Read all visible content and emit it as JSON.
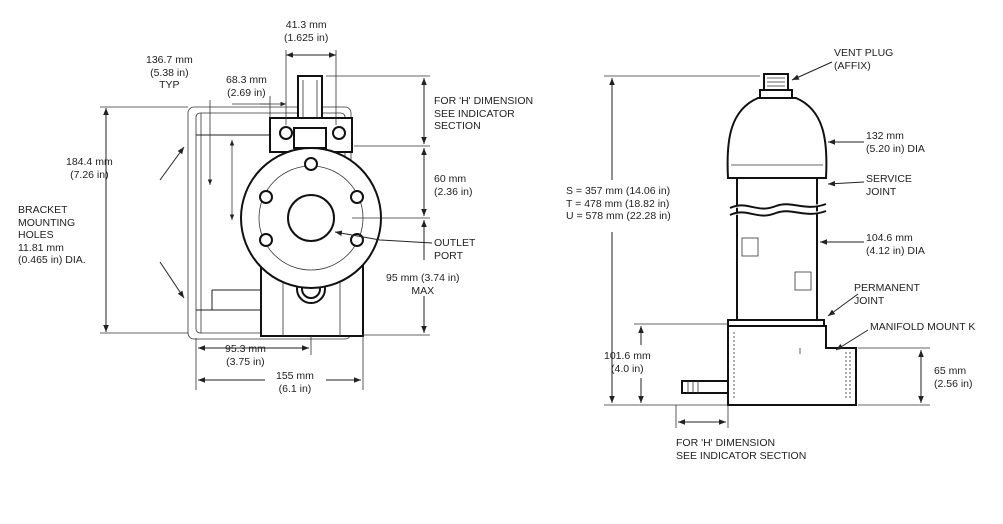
{
  "left_view": {
    "dim_top_width": "41.3 mm\n(1.625 in)",
    "dim_bracket_typ": "136.7 mm\n(5.38 in)\nTYP",
    "dim_hole_spacing": "68.3 mm\n(2.69 in)",
    "dim_height": "184.4 mm\n(7.26 in)",
    "bracket_holes": "BRACKET\nMOUNTING\nHOLES\n11.81 mm\n(0.465 in) DIA.",
    "h_dimension": "FOR 'H' DIMENSION\nSEE INDICATOR\nSECTION",
    "dim_60": "60 mm\n(2.36 in)",
    "outlet_port": "OUTLET\nPORT",
    "dim_95_max": "95 mm (3.74 in)\nMAX",
    "dim_95_3": "95.3 mm\n(3.75 in)",
    "dim_155": "155 mm\n(6.1 in)"
  },
  "right_view": {
    "vent_plug": "VENT PLUG\n(AFFIX)",
    "dia_132": "132 mm\n(5.20 in) DIA",
    "service_joint": "SERVICE\nJOINT",
    "s_t_u": "S = 357 mm (14.06 in)\nT = 478 mm (18.82 in)\nU = 578 mm (22.28 in)",
    "dia_104": "104.6 mm\n(4.12 in) DIA",
    "permanent_joint": "PERMANENT\nJOINT",
    "manifold_mount": "MANIFOLD MOUNT K",
    "dim_101": "101.6 mm\n(4.0 in)",
    "dim_65": "65 mm\n(2.56 in)",
    "h_dimension": "FOR 'H' DIMENSION\nSEE INDICATOR SECTION"
  }
}
